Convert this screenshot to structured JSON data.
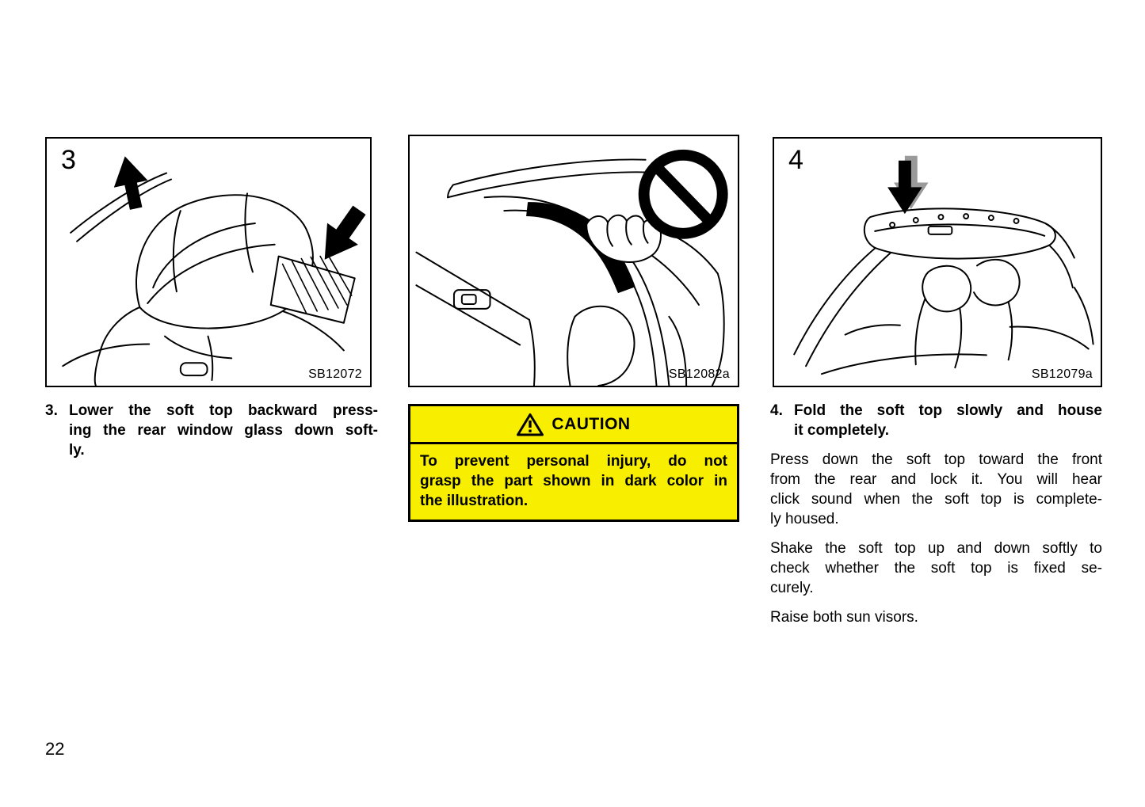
{
  "page_number": "22",
  "figures": [
    {
      "label": "3",
      "code": "SB12072"
    },
    {
      "label": "",
      "code": "SB12082a"
    },
    {
      "label": "4",
      "code": "SB12079a"
    }
  ],
  "step3": {
    "number": "3.",
    "lines": [
      "Lower the soft top backward press-",
      "ing the rear window glass down soft-",
      "ly."
    ]
  },
  "caution": {
    "title": "CAUTION",
    "lines": [
      "To prevent personal injury, do not",
      "grasp the part shown in dark color in",
      "the illustration."
    ]
  },
  "step4": {
    "number": "4.",
    "heading_lines": [
      "Fold the soft top slowly and house",
      "it completely."
    ],
    "paragraphs": [
      {
        "lines": [
          "Press down the soft top toward the front",
          "from the rear and lock it. You will hear",
          "click sound when the soft top is complete-",
          "ly housed."
        ]
      },
      {
        "lines": [
          "Shake the soft top up and down softly to",
          "check whether the soft top is fixed se-",
          "curely."
        ]
      },
      {
        "lines": [
          "Raise both sun visors."
        ]
      }
    ]
  },
  "colors": {
    "caution_yellow": "#F7EE00",
    "ink": "#000000",
    "arrow_shadow": "#9A9A9A"
  }
}
